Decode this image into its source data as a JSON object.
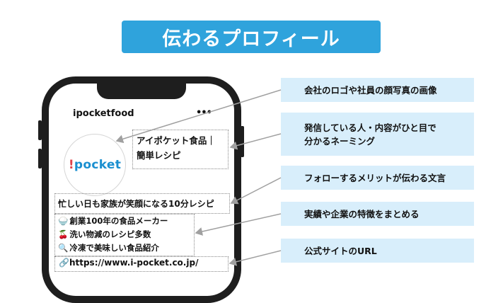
{
  "title": "伝わるプロフィール",
  "profile": {
    "username": "ipocketfood",
    "more_icon": "•••",
    "avatar_logo": {
      "bang": "!",
      "text": "pocket"
    },
    "name_lines": [
      "アイポケット食品｜",
      "簡単レシピ"
    ],
    "bio_headline": "忙しい日も家族が笑顔になる10分レシピ",
    "bio_items": [
      {
        "emoji": "🍚",
        "text": "創業100年の食品メーカー"
      },
      {
        "emoji": "🍒",
        "text": "洗い物減のレシピ多数"
      },
      {
        "emoji": "🔍",
        "text": "冷凍で美味しい食品紹介"
      }
    ],
    "url_emoji": "🔗",
    "url": "https://www.i-pocket.co.jp/"
  },
  "callouts": [
    {
      "lines": [
        "会社のロゴや社員の顔写真の画像"
      ]
    },
    {
      "lines": [
        "発信している人・内容がひと目で",
        "分かるネーミング"
      ]
    },
    {
      "lines": [
        "フォローするメリットが伝わる文言"
      ]
    },
    {
      "lines": [
        "実績や企業の特徴をまとめる"
      ]
    },
    {
      "lines": [
        "公式サイトのURL"
      ]
    }
  ],
  "colors": {
    "banner": "#2fa3dc",
    "callout_bg": "#d8eefb",
    "phone": "#1e1e1e",
    "logo_blue": "#1a8fd0",
    "logo_red": "#e0424a",
    "arrow": "#a0a0a0"
  }
}
